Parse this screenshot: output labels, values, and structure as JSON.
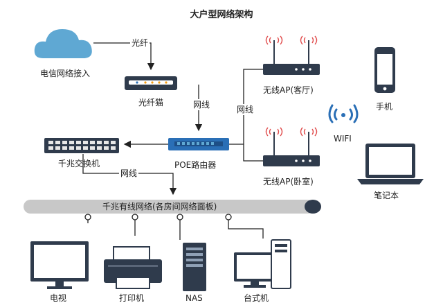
{
  "title": "大户型网络架构",
  "cloud": {
    "label": "电信网络接入"
  },
  "modem": {
    "label": "光纤猫"
  },
  "router": {
    "label": "POE路由器"
  },
  "switch": {
    "label": "千兆交换机"
  },
  "ap_living": {
    "label": "无线AP(客厅)"
  },
  "ap_bedroom": {
    "label": "无线AP(卧室)"
  },
  "wifi": {
    "label": "WIFI"
  },
  "phone": {
    "label": "手机"
  },
  "laptop": {
    "label": "笔记本"
  },
  "wired_bus": {
    "label": "千兆有线网络(各房间网络面板)"
  },
  "links": {
    "fiber": "光纤",
    "cable_modem": "网线",
    "cable_ap": "网线",
    "cable_switch": "网线"
  },
  "devices": [
    {
      "label": "电视"
    },
    {
      "label": "打印机"
    },
    {
      "label": "NAS"
    },
    {
      "label": "台式机"
    }
  ],
  "colors": {
    "cloud": "#5fa8d3",
    "router": "#2a6fb6",
    "device_dark": "#2f3b4c",
    "bus": "#c8c8c8",
    "led": "#f39c12"
  }
}
